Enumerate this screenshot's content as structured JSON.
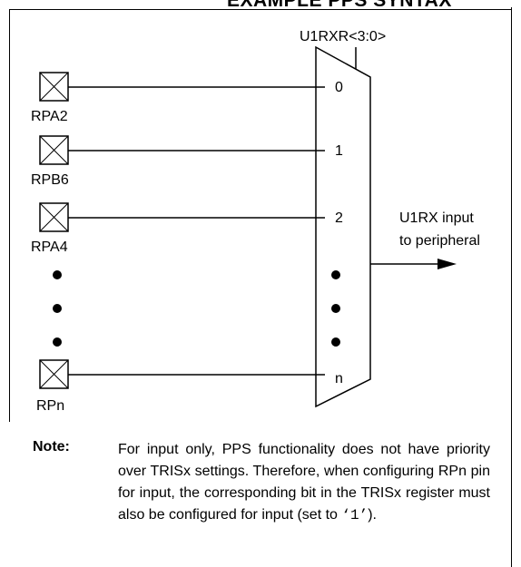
{
  "title": "EXAMPLE PPS SYNTAX",
  "mux": {
    "select_label": "U1RXR<3:0>",
    "output_label_line1": "U1RX input",
    "output_label_line2": "to peripheral"
  },
  "inputs": [
    {
      "pin": "RPA2",
      "mux_input": "0"
    },
    {
      "pin": "RPB6",
      "mux_input": "1"
    },
    {
      "pin": "RPA4",
      "mux_input": "2"
    },
    {
      "pin": "RPn",
      "mux_input": "n"
    }
  ],
  "note": {
    "label": "Note:",
    "text_before": "For input only, PPS functionality does not have priority over TRISx settings. Therefore, when configuring RPn pin for input, the corresponding bit in the TRISx register must also be configured for input (set to ",
    "value": "‘1’",
    "text_after": ")."
  }
}
